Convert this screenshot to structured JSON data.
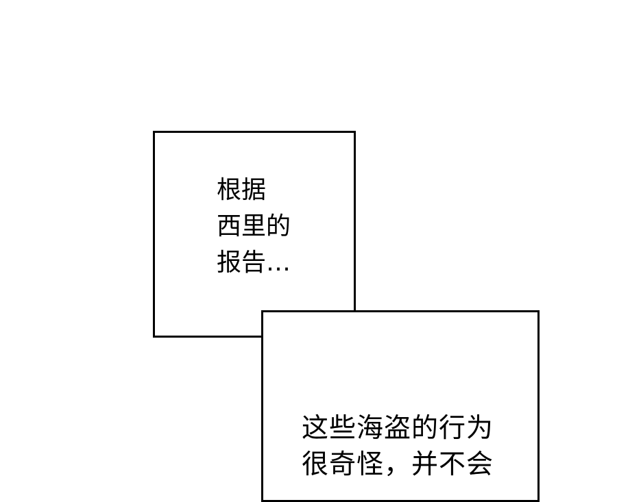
{
  "panel_1": {
    "lines": [
      "根据",
      "西里的",
      "报告…"
    ]
  },
  "panel_2": {
    "lines": [
      "这些海盗的行为",
      "很奇怪，并不会"
    ]
  },
  "colors": {
    "background": "#ffffff",
    "border": "#000000",
    "text": "#000000"
  }
}
